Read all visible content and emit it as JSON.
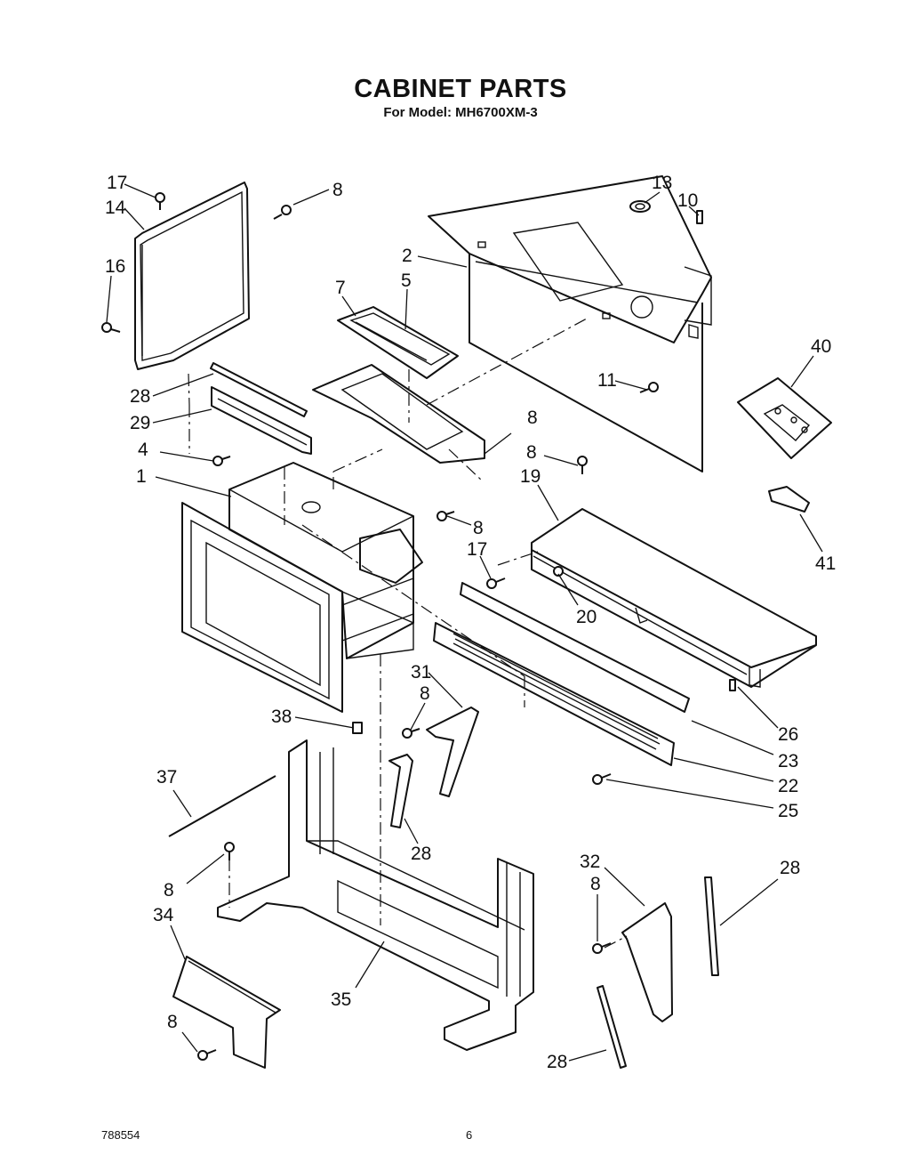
{
  "header": {
    "title": "CABINET PARTS",
    "subtitle": "For Model: MH6700XM-3"
  },
  "footer": {
    "doc_number": "788554",
    "page_number": "6"
  },
  "callouts": [
    "17",
    "14",
    "8",
    "16",
    "13",
    "10",
    "2",
    "7",
    "5",
    "40",
    "11",
    "28",
    "29",
    "8",
    "4",
    "8",
    "1",
    "19",
    "8",
    "17",
    "20",
    "41",
    "31",
    "8",
    "38",
    "26",
    "23",
    "22",
    "25",
    "37",
    "28",
    "8",
    "32",
    "8",
    "28",
    "34",
    "35",
    "8",
    "28"
  ]
}
